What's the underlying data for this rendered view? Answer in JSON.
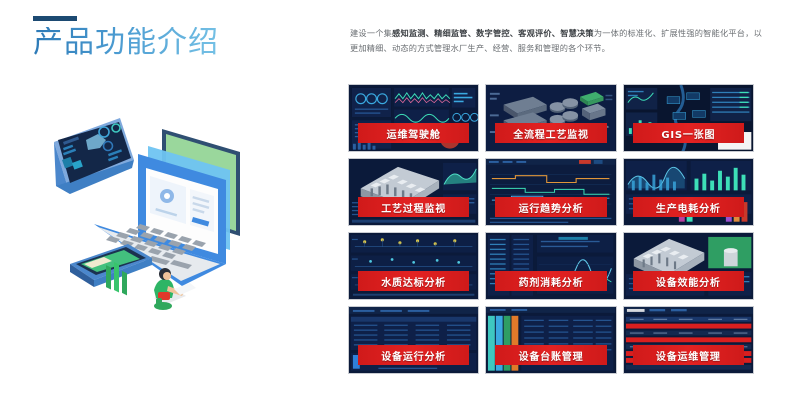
{
  "header": {
    "title": "产品功能介绍",
    "accent_color": "#1c4a72",
    "title_gradient_from": "#2c79b6",
    "title_gradient_to": "#76c2e6"
  },
  "intro": {
    "line_1_plain_a": "建设一个集",
    "line_1_bold_a": "感知监测、精细监管、数字管控、客观评价、智慧决策",
    "line_1_plain_b": "为一体的标准化、扩展性强的智能化平台，以更加精细、动态的方式管理水厂生产、经营、服务和管理的各个环节。"
  },
  "illustration": {
    "name": "isometric-laptop-dashboard-illustration",
    "elements": [
      "monitor-panel",
      "laptop",
      "tablet",
      "person-figure"
    ],
    "colors": {
      "laptop_blue": "#3f8ae0",
      "screen_green": "#92d694",
      "monitor_dark": "#16284a",
      "person_green": "#2eb565",
      "person_red": "#e0392b"
    }
  },
  "card_grid": {
    "columns": 3,
    "rows": 4,
    "banner_color": "#d91f1f",
    "cards": [
      {
        "label": "运维驾驶舱",
        "style": "dashboard-kpi",
        "accent": "#2ecfb0"
      },
      {
        "label": "全流程工艺监视",
        "style": "plant-3d-layout",
        "accent": "#4d7fb5"
      },
      {
        "label": "GIS一张图",
        "style": "gis-map",
        "accent": "#2ecfb0"
      },
      {
        "label": "工艺过程监视",
        "style": "process-3d",
        "accent": "#9fb4c9"
      },
      {
        "label": "运行趋势分析",
        "style": "trend-lines",
        "accent": "#d9833a"
      },
      {
        "label": "生产电耗分析",
        "style": "bar-charts",
        "accent": "#2ecfb0"
      },
      {
        "label": "水质达标分析",
        "style": "scatter-timeline",
        "accent": "#d6c44a"
      },
      {
        "label": "药剂消耗分析",
        "style": "table-and-curve",
        "accent": "#5ea8d8"
      },
      {
        "label": "设备效能分析",
        "style": "equipment-3d",
        "accent": "#2f9e63"
      },
      {
        "label": "设备运行分析",
        "style": "data-table",
        "accent": "#3f7fd0"
      },
      {
        "label": "设备台账管理",
        "style": "ledger-table",
        "accent": "#3ec8c0"
      },
      {
        "label": "设备运维管理",
        "style": "alarm-table",
        "accent": "#e02020"
      }
    ]
  }
}
